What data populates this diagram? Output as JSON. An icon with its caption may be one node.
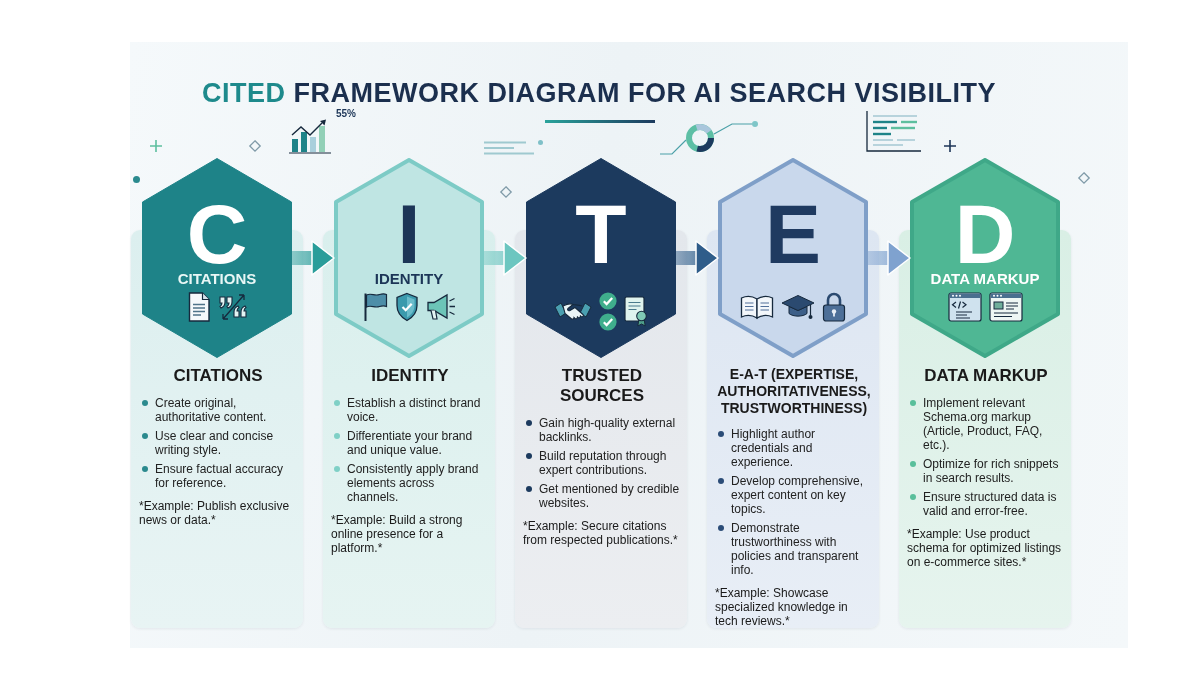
{
  "diagram": {
    "title": "CITED FRAMEWORK DIAGRAM FOR AI SEARCH VISIBILITY",
    "nodes": [
      {
        "text": [
          "C",
          "CITATIONS"
        ]
      },
      {
        "text": [
          "CITATIONS",
          "Create original, authoritative content.",
          "Use clear and concise writing style.",
          "Ensure factual accuracy for reference.",
          "*Example: Publish exclusive news or data.*"
        ]
      },
      {
        "text": [
          "I",
          "IDENTITY"
        ]
      },
      {
        "text": [
          "IDENTITY",
          "Establish a distinct brand voice.",
          "Differentiate your brand and unique value.",
          "Consistently apply brand elements across channels.",
          "*Example: Build a strong online presence for a platform.*"
        ]
      },
      {
        "text": [
          "T"
        ]
      },
      {
        "text": [
          "TRUSTED SOURCES",
          "Gain high-quality external backlinks.",
          "Build reputation through expert contributions.",
          "Get mentioned by credible websites.",
          "*Example: Secure citations from respected publications.*"
        ]
      },
      {
        "text": [
          "E"
        ]
      },
      {
        "text": [
          "E-A-T (EXPERTISE, AUTHORITATIVENESS, TRUSTWORTHINESS)",
          "Highlight author credentials and experience.",
          "Develop comprehensive, expert content on key topics.",
          "Demonstrate trustworthiness with policies and transparent info.",
          "*Example: Showcase specialized knowledge in tech reviews.*"
        ]
      },
      {
        "text": [
          "D",
          "DATA MARKUP"
        ]
      },
      {
        "text": [
          "DATA MARKUP",
          "Implement relevant Schema.org markup (Article, Product, FAQ, etc.).",
          "Optimize for rich snippets in search results.",
          "Ensure structured data is valid and error-free.",
          "*Example: Use product schema for optimized listings on e-commerce sites.*"
        ]
      }
    ],
    "edges": [
      {
        "from": 0,
        "to": 2,
        "arrow": "to",
        "color": "#2a9d9a"
      },
      {
        "from": 2,
        "to": 4,
        "arrow": "to",
        "color": "#6cc6c0"
      },
      {
        "from": 4,
        "to": 6,
        "arrow": "to",
        "color": "#2f5d8a"
      },
      {
        "from": 6,
        "to": 8,
        "arrow": "to",
        "color": "#7fa2cf"
      }
    ],
    "labels": [
      "55%"
    ]
  }
}
